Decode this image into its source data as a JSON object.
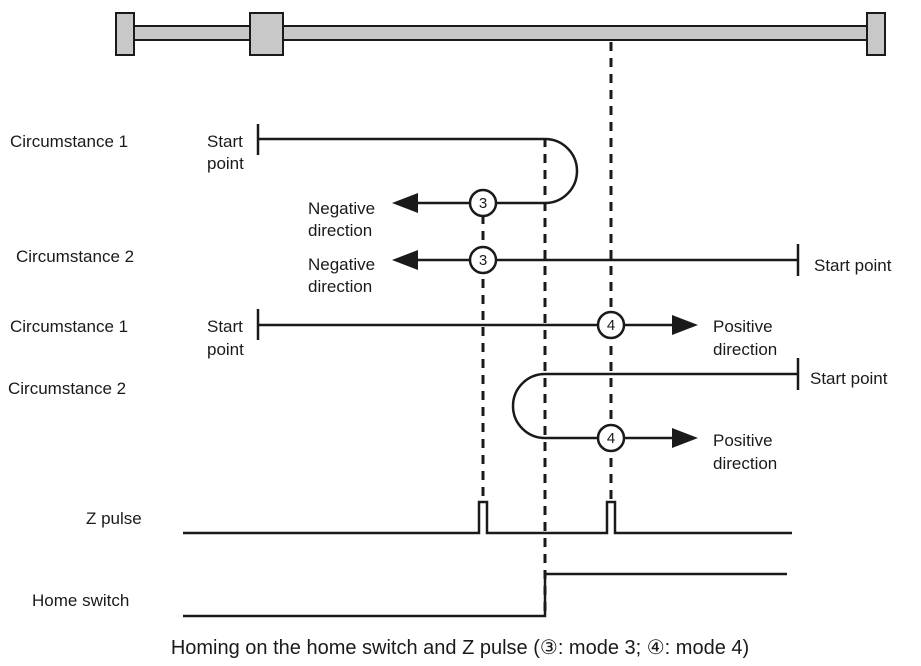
{
  "labels": {
    "row1_circumstance": "Circumstance 1",
    "row2_circumstance": "Circumstance 2",
    "row3_circumstance": "Circumstance 1",
    "row4_circumstance": "Circumstance 2",
    "row1_start_line1": "Start",
    "row1_start_line2": "point",
    "row1_dir_line1": "Negative",
    "row1_dir_line2": "direction",
    "row2_dir_line1": "Negative",
    "row2_dir_line2": "direction",
    "row2_start": "Start point",
    "row3_start_line1": "Start",
    "row3_start_line2": "point",
    "row3_dir_line1": "Positive",
    "row3_dir_line2": "direction",
    "row4_start": "Start point",
    "row4_dir_line1": "Positive",
    "row4_dir_line2": "direction",
    "mode3_marker": "3",
    "mode4_marker": "4",
    "z_pulse": "Z pulse",
    "home_switch": "Home switch"
  },
  "caption": "Homing on the home switch and Z pulse (③: mode 3; ④: mode 4)",
  "colors": {
    "rail": "#c8c8c8",
    "rail_stroke": "#1a1a1a",
    "line": "#1a1a1a",
    "background": "#ffffff"
  }
}
